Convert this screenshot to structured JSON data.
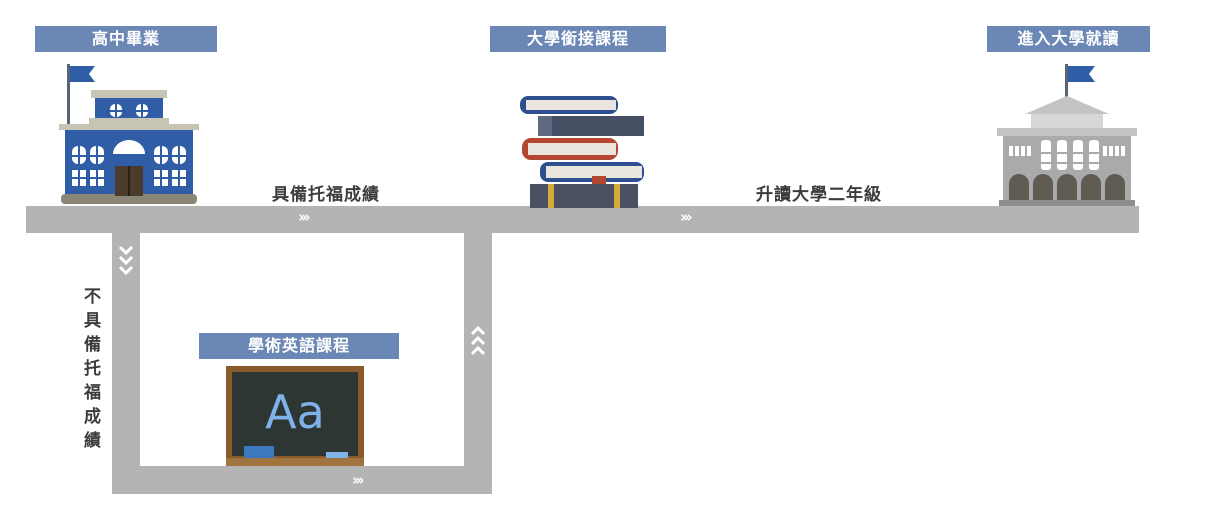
{
  "stages": {
    "high_school": "高中畢業",
    "bridge_course": "大學銜接課程",
    "university": "進入大學就讀",
    "academic_english": "學術英語課程"
  },
  "paths": {
    "qualified": "具備托福成績",
    "advance": "升讀大學二年級",
    "not_qualified": "不具備托福成績"
  },
  "chalkboard_text": "Aa",
  "colors": {
    "label_bg": "#6b87b5",
    "road": "#b5b4b4",
    "school_blue": "#2f5ea6",
    "university_gray": "#a9aaab",
    "chalkboard": "#2d3633"
  }
}
